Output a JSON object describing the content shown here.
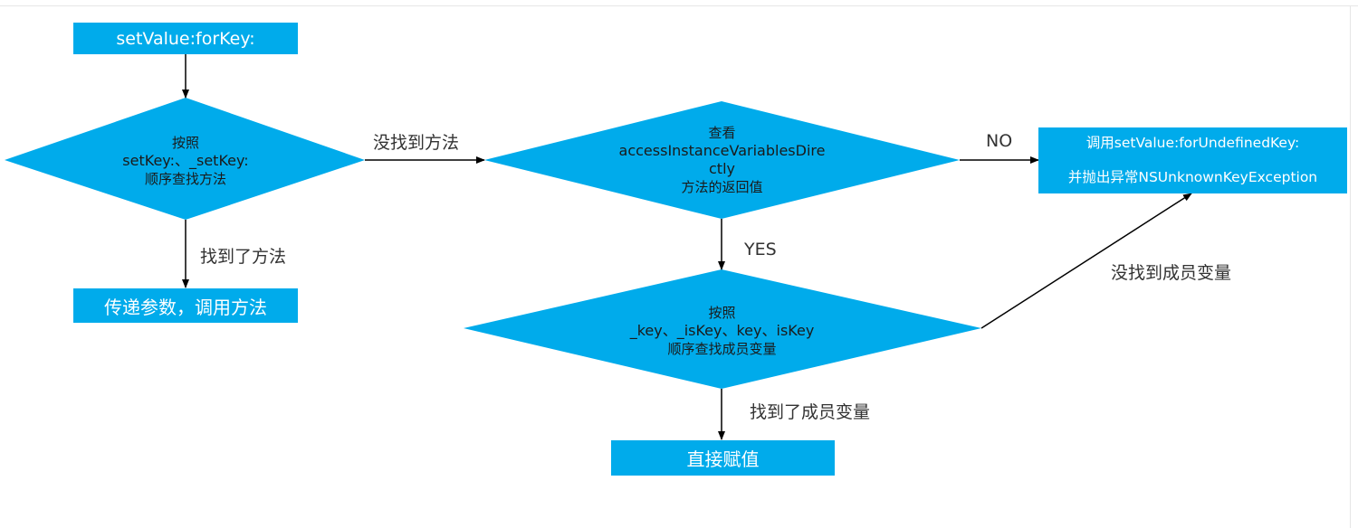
{
  "nodes": {
    "start": {
      "label": "setValue:forKey:"
    },
    "check_methods": {
      "lines": [
        "按照",
        "setKey:、_setKey:",
        "顺序查找方法"
      ]
    },
    "pass_params": {
      "label": "传递参数，调用方法"
    },
    "check_access": {
      "lines": [
        "查看",
        "accessInstanceVariablesDire",
        "ctly",
        "方法的返回值"
      ]
    },
    "undefined_key": {
      "lines": [
        "调用setValue:forUndefinedKey:",
        "并抛出异常NSUnknownKeyException"
      ]
    },
    "check_ivars": {
      "lines": [
        "按照",
        "_key、_isKey、key、isKey",
        "顺序查找成员变量"
      ]
    },
    "assign": {
      "label": "直接赋值"
    }
  },
  "edges": {
    "found_method": "找到了方法",
    "method_not_found": "没找到方法",
    "no": "NO",
    "yes": "YES",
    "ivar_not_found": "没找到成员变量",
    "found_ivar": "找到了成员变量"
  },
  "colors": {
    "node_fill": "#00ABEB",
    "node_text": "#ffffff",
    "decision_text": "#1a1a1a",
    "edge": "#000000",
    "edge_label": "#333333"
  }
}
